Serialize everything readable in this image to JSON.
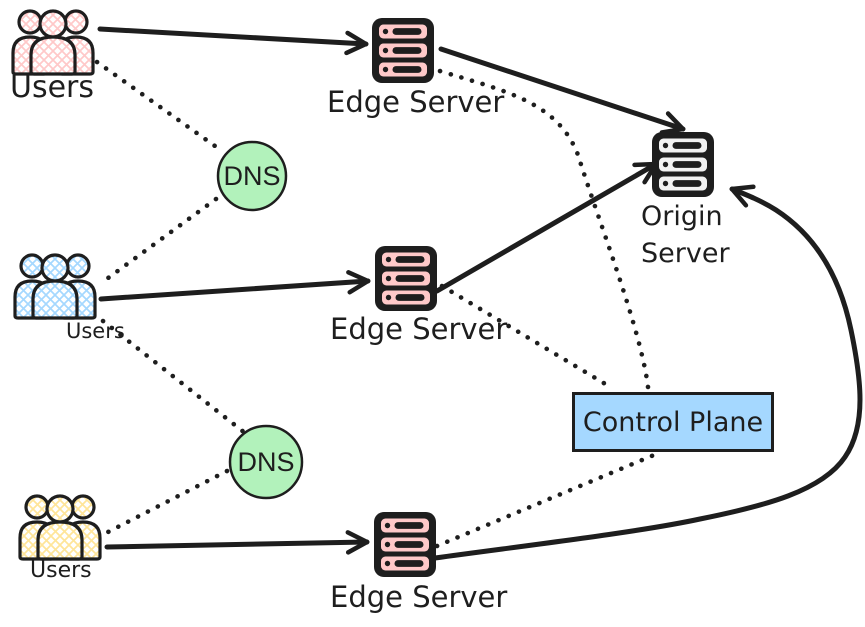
{
  "diagram": {
    "description": "Hand-drawn style CDN architecture diagram",
    "background": "#ffffff"
  },
  "colors": {
    "stroke": "#1e1e1e",
    "users_top_hatch": "#ffc9c9",
    "users_middle_hatch": "#a5d8ff",
    "users_bottom_hatch": "#ffe599",
    "edge_server_fill": "#ffc9c9",
    "origin_server_fill": "#f2f2f2",
    "dns_fill": "#b2f2bb",
    "control_plane_fill": "#a5d8ff"
  },
  "nodes": {
    "users1": {
      "label": "Users"
    },
    "users2": {
      "label": "Users"
    },
    "users3": {
      "label": "Users"
    },
    "dns1": {
      "label": "DNS"
    },
    "dns2": {
      "label": "DNS"
    },
    "edge1": {
      "label": "Edge Server"
    },
    "edge2": {
      "label": "Edge Server"
    },
    "edge3": {
      "label": "Edge Server"
    },
    "origin": {
      "label_line1": "Origin",
      "label_line2": "Server"
    },
    "control": {
      "label": "Control Plane"
    }
  },
  "edges": [
    {
      "from": "users1",
      "to": "edge1",
      "style": "solid",
      "arrow": true
    },
    {
      "from": "users2",
      "to": "edge2",
      "style": "solid",
      "arrow": true
    },
    {
      "from": "users3",
      "to": "edge3",
      "style": "solid",
      "arrow": true
    },
    {
      "from": "edge1",
      "to": "origin",
      "style": "solid",
      "arrow": true
    },
    {
      "from": "edge2",
      "to": "origin",
      "style": "solid",
      "arrow": true
    },
    {
      "from": "edge3",
      "to": "origin",
      "style": "solid",
      "arrow": true,
      "shape": "curved-around-right"
    },
    {
      "from": "users1",
      "to": "dns1",
      "style": "dotted"
    },
    {
      "from": "users2",
      "to": "dns1",
      "style": "dotted"
    },
    {
      "from": "users2",
      "to": "dns2",
      "style": "dotted"
    },
    {
      "from": "users3",
      "to": "dns2",
      "style": "dotted"
    },
    {
      "from": "edge1",
      "to": "control",
      "style": "dotted"
    },
    {
      "from": "edge2",
      "to": "control",
      "style": "dotted"
    },
    {
      "from": "edge3",
      "to": "control",
      "style": "dotted"
    }
  ]
}
